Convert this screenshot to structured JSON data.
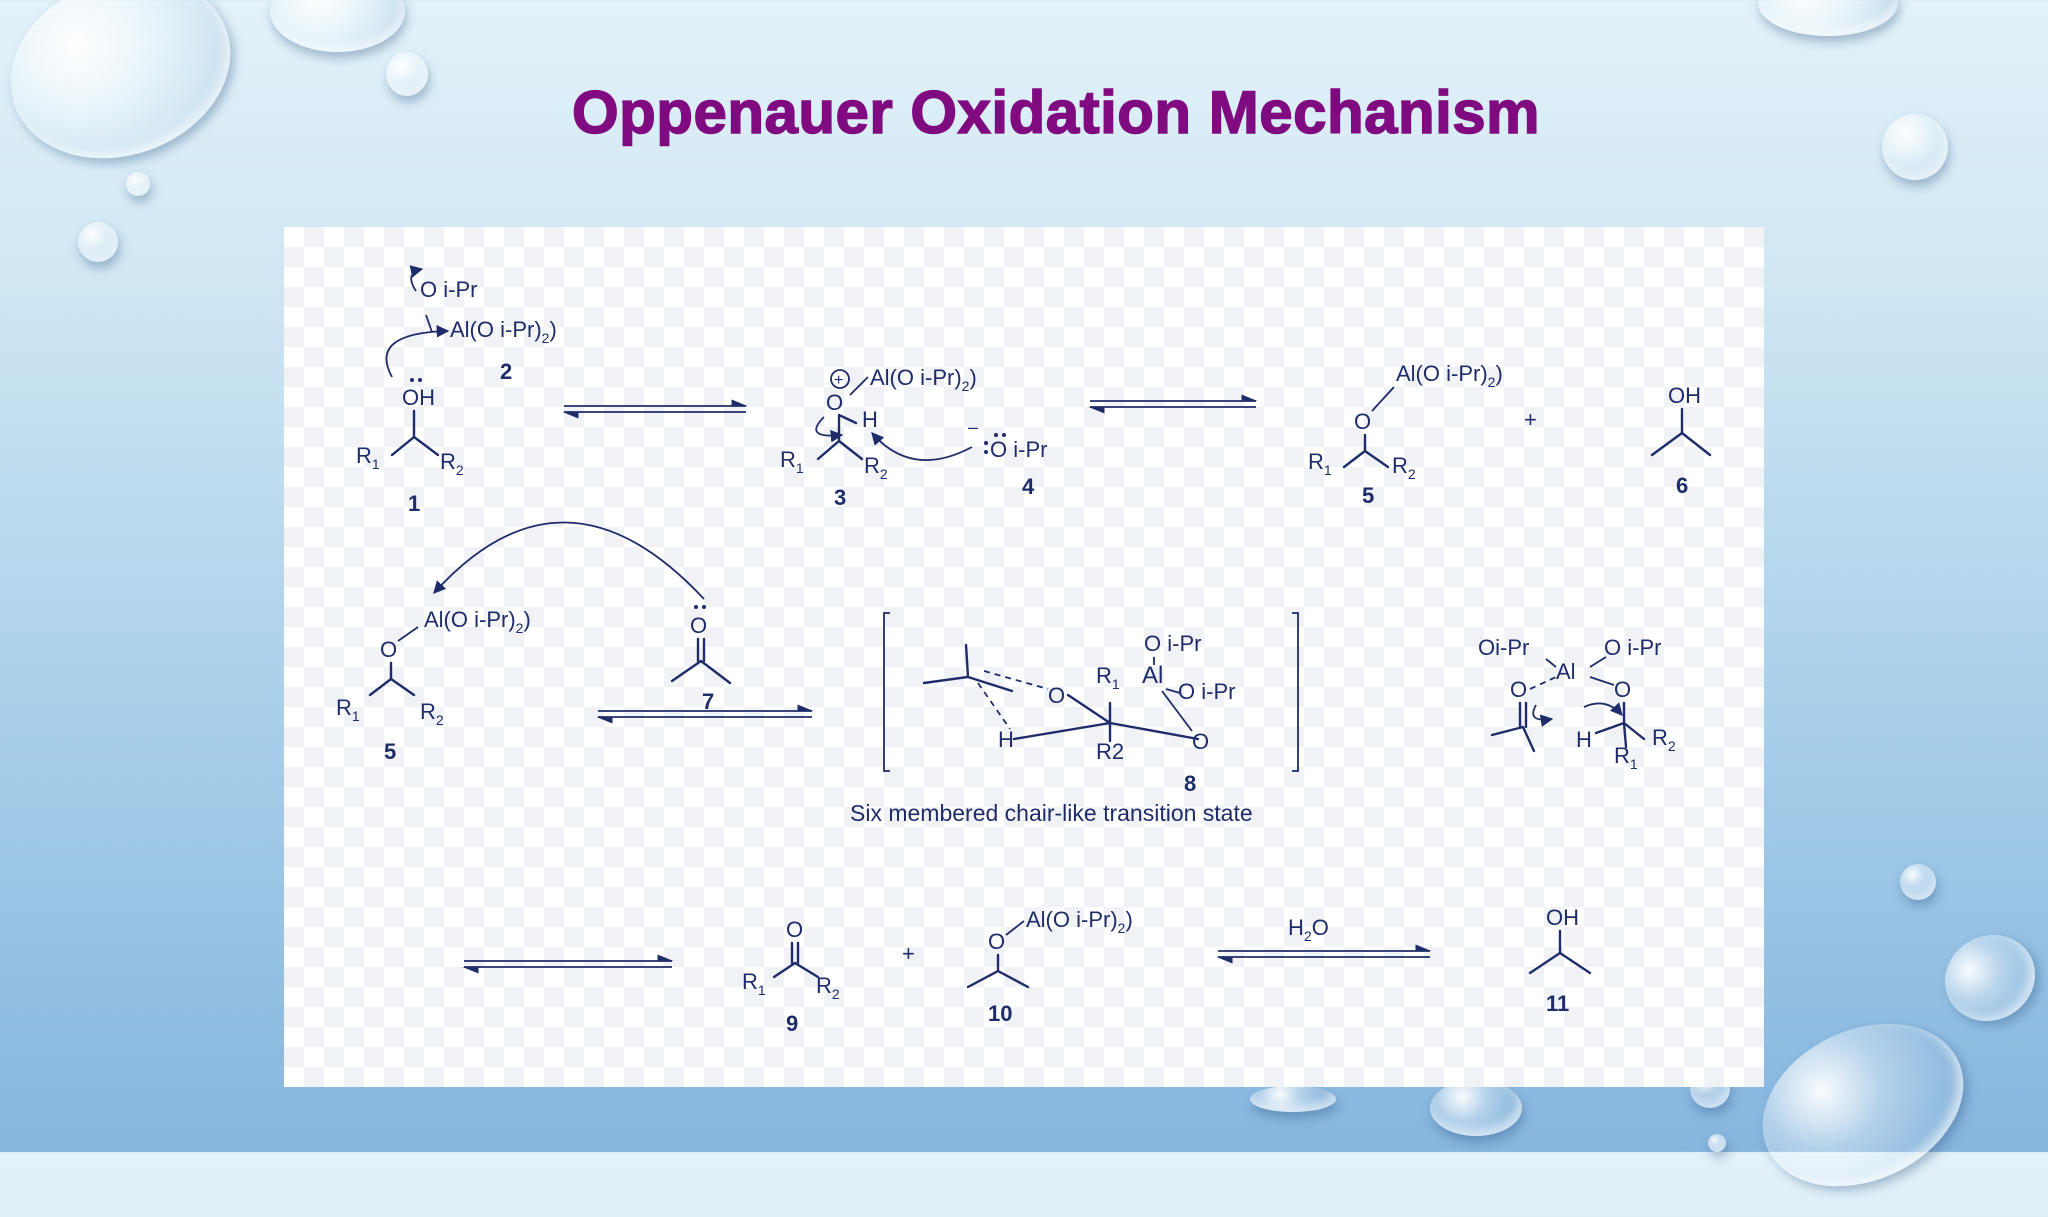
{
  "title": "Oppenauer Oxidation Mechanism",
  "labels": {
    "oipr": "O i-Pr",
    "al_oipr2": "Al(O i-Pr)",
    "sub2": "2",
    "oh": "OH",
    "o": "O",
    "h": "H",
    "r1": "R",
    "r2": "R",
    "r1_sub": "1",
    "r2_sub": "2",
    "plus": "+",
    "plus_charge": "+",
    "minus_charge": "–",
    "al": "Al",
    "oi_pr": "Oi-Pr",
    "r2_plain": "R2",
    "h2o_h": "H",
    "h2o_o": "O"
  },
  "compounds": [
    "1",
    "2",
    "3",
    "4",
    "5",
    "6",
    "5",
    "7",
    "8",
    "9",
    "10",
    "11"
  ],
  "caption": "Six membered chair-like transition state",
  "colors": {
    "title": "#800a80",
    "ink": "#1e2c6a"
  }
}
